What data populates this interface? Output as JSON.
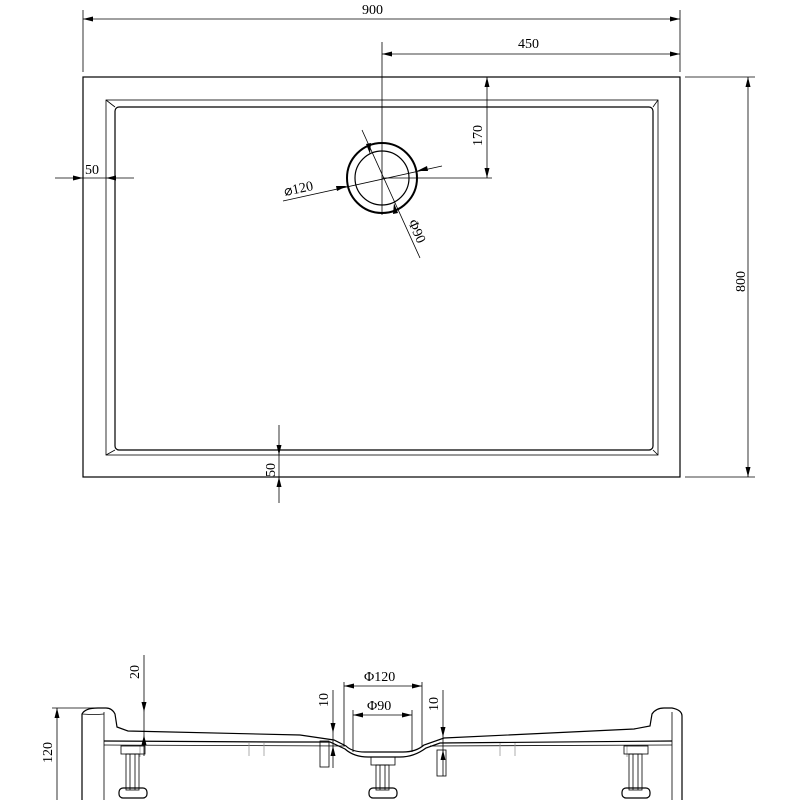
{
  "plan_view": {
    "width_label": "900",
    "drain_offset_label": "450",
    "drain_from_top_label": "170",
    "height_label": "800",
    "rim_left_label": "50",
    "rim_bottom_label": "50",
    "drain_outer_label": "⌀120",
    "drain_inner_label": "Φ90"
  },
  "section_view": {
    "rim_top_label": "20",
    "total_height_label": "120",
    "outer_drain_label": "Φ120",
    "inner_drain_label": "Φ90",
    "left_depth_label": "10",
    "right_depth_label": "10"
  }
}
